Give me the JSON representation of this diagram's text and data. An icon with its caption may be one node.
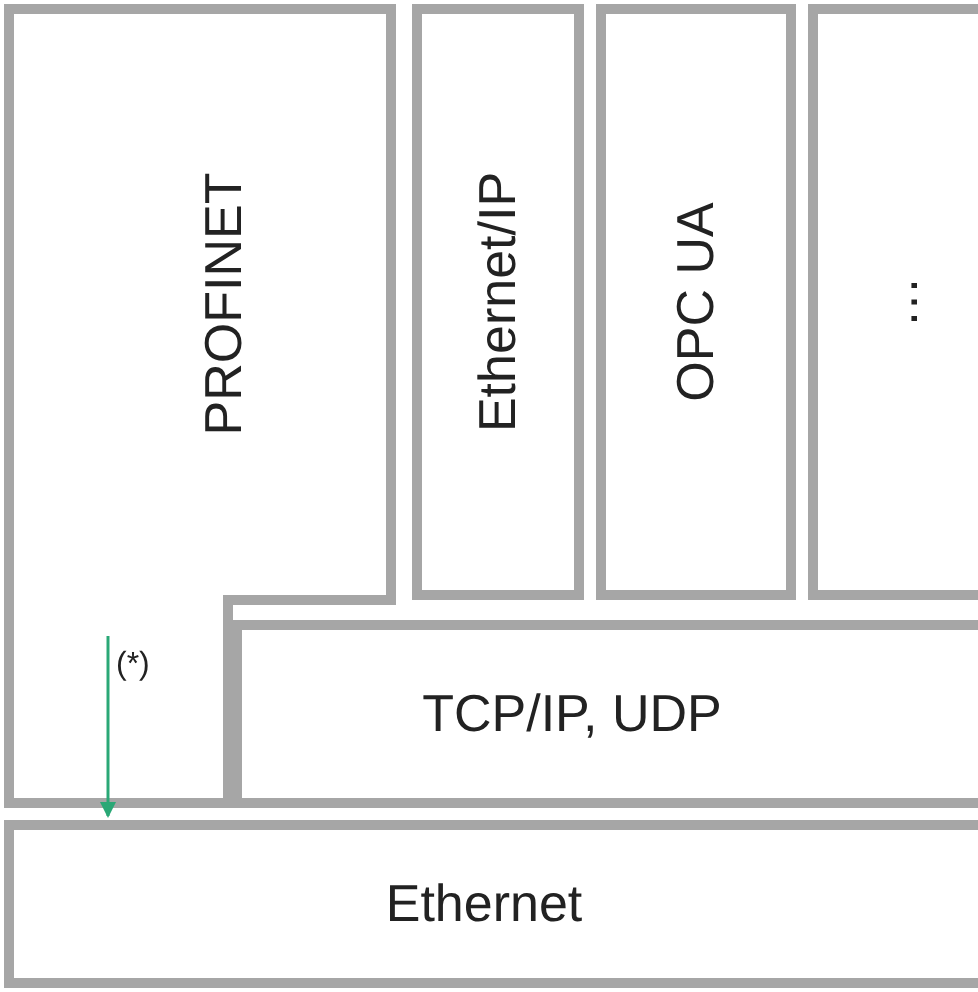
{
  "diagram": {
    "nodes": [
      {
        "text": [
          "PROFINET"
        ]
      },
      {
        "text": [
          "Ethernet/IP"
        ]
      },
      {
        "text": [
          "OPC UA"
        ]
      },
      {
        "text": [
          "…"
        ]
      },
      {
        "text": [
          "TCP/IP, UDP"
        ]
      },
      {
        "text": [
          "Ethernet"
        ]
      }
    ],
    "edges": [
      {
        "from": 0,
        "to": 5,
        "arrow": "to",
        "label": "(*)",
        "color": "#2aa876"
      }
    ]
  }
}
